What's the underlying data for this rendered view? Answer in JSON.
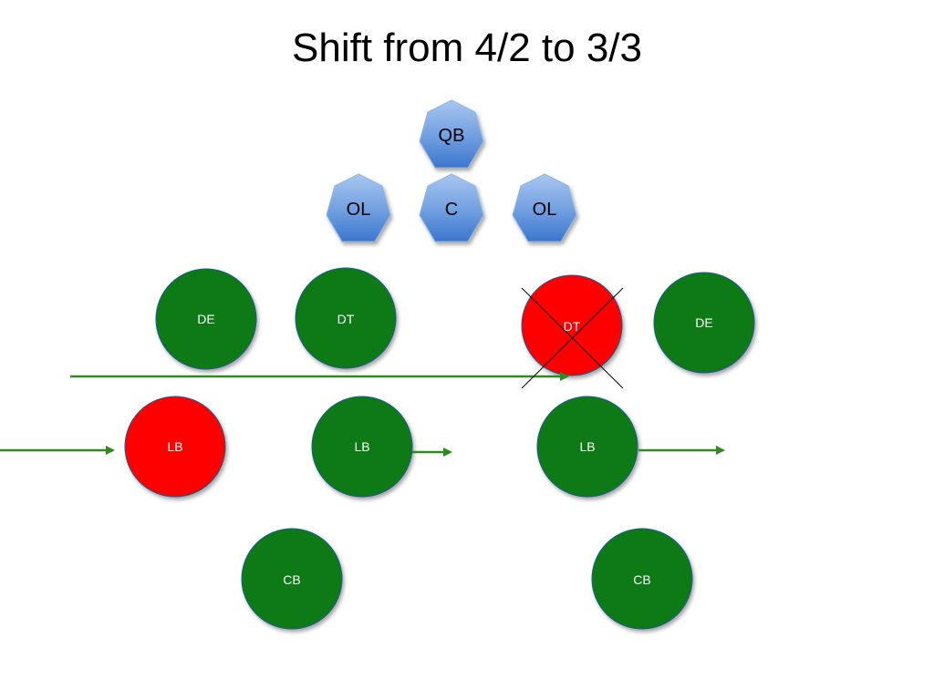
{
  "title": "Shift from 4/2 to 3/3",
  "colors": {
    "offense_fill": "#5b8fd6",
    "offense_stroke": "#7fa8e0",
    "defense_fill": "#0b7a14",
    "defense_stroke": "#1e5a94",
    "removed_fill": "#ff0000",
    "arrow": "#2e8b1e",
    "cross": "#000000"
  },
  "offense": [
    {
      "id": "qb",
      "label": "QB"
    },
    {
      "id": "ol-left",
      "label": "OL"
    },
    {
      "id": "center",
      "label": "C"
    },
    {
      "id": "ol-right",
      "label": "OL"
    }
  ],
  "defense": [
    {
      "id": "de-left",
      "label": "DE",
      "state": "normal"
    },
    {
      "id": "dt-left",
      "label": "DT",
      "state": "normal"
    },
    {
      "id": "dt-right",
      "label": "DT",
      "state": "removed",
      "crossed": true
    },
    {
      "id": "de-right",
      "label": "DE",
      "state": "normal"
    },
    {
      "id": "lb-left",
      "label": "LB",
      "state": "highlighted"
    },
    {
      "id": "lb-middle",
      "label": "LB",
      "state": "normal"
    },
    {
      "id": "lb-right",
      "label": "LB",
      "state": "normal"
    },
    {
      "id": "cb-left",
      "label": "CB",
      "state": "normal"
    },
    {
      "id": "cb-right",
      "label": "CB",
      "state": "normal"
    }
  ],
  "arrows": [
    {
      "id": "long-shift-arrow"
    },
    {
      "id": "lb-entry-arrow"
    },
    {
      "id": "lb-middle-arrow"
    },
    {
      "id": "lb-right-arrow"
    }
  ]
}
